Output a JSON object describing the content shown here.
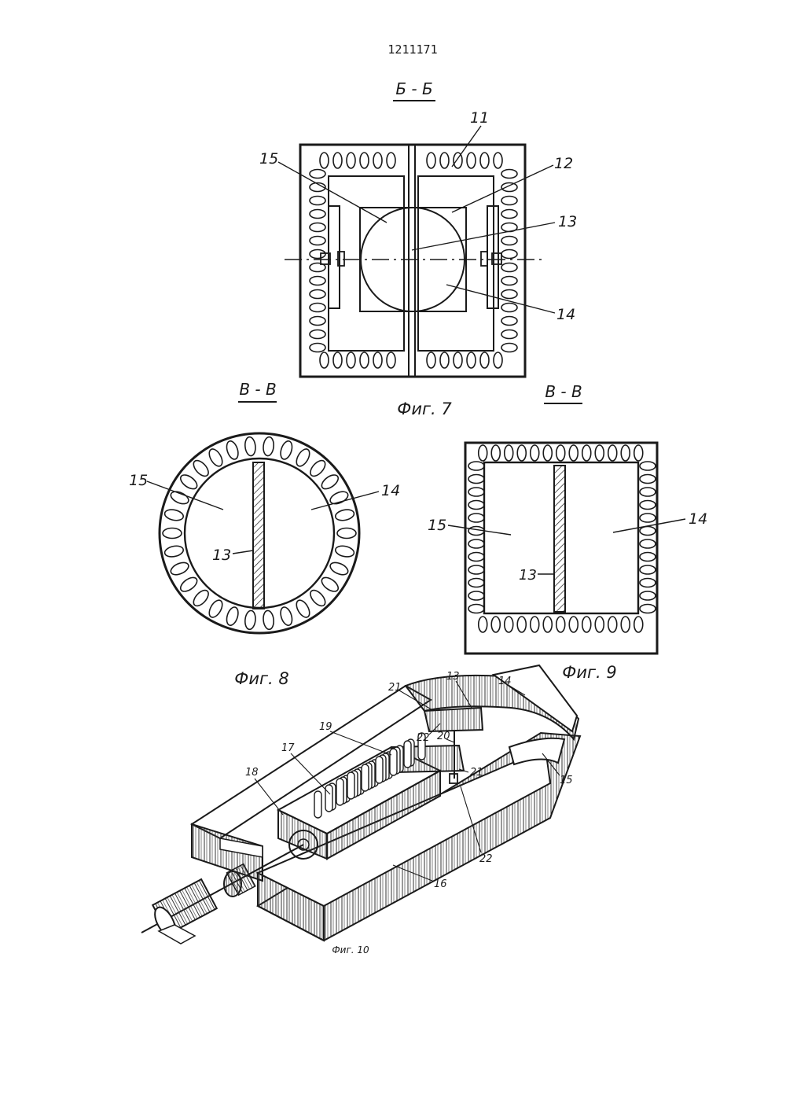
{
  "document_number": "1211171",
  "fig7": {
    "section": "Б - Б",
    "caption": "Фиг. 7",
    "labels": {
      "l11": "11",
      "l12": "12",
      "l13": "13",
      "l14": "14",
      "l15": "15"
    }
  },
  "fig8": {
    "section": "В - В",
    "caption": "Фиг. 8",
    "labels": {
      "l13": "13",
      "l14": "14",
      "l15": "15"
    }
  },
  "fig9": {
    "section": "В - В",
    "caption": "Фиг. 9",
    "labels": {
      "l13": "13",
      "l14": "14",
      "l15": "15"
    }
  },
  "fig10": {
    "caption": "Фиг. 10",
    "labels": {
      "l13": "13",
      "l14": "14",
      "l15": "15",
      "l16": "16",
      "l17": "17",
      "l18": "18",
      "l19": "19",
      "l20": "20",
      "l21a": "21",
      "l21b": "21",
      "l22a": "22",
      "l22b": "22"
    }
  }
}
